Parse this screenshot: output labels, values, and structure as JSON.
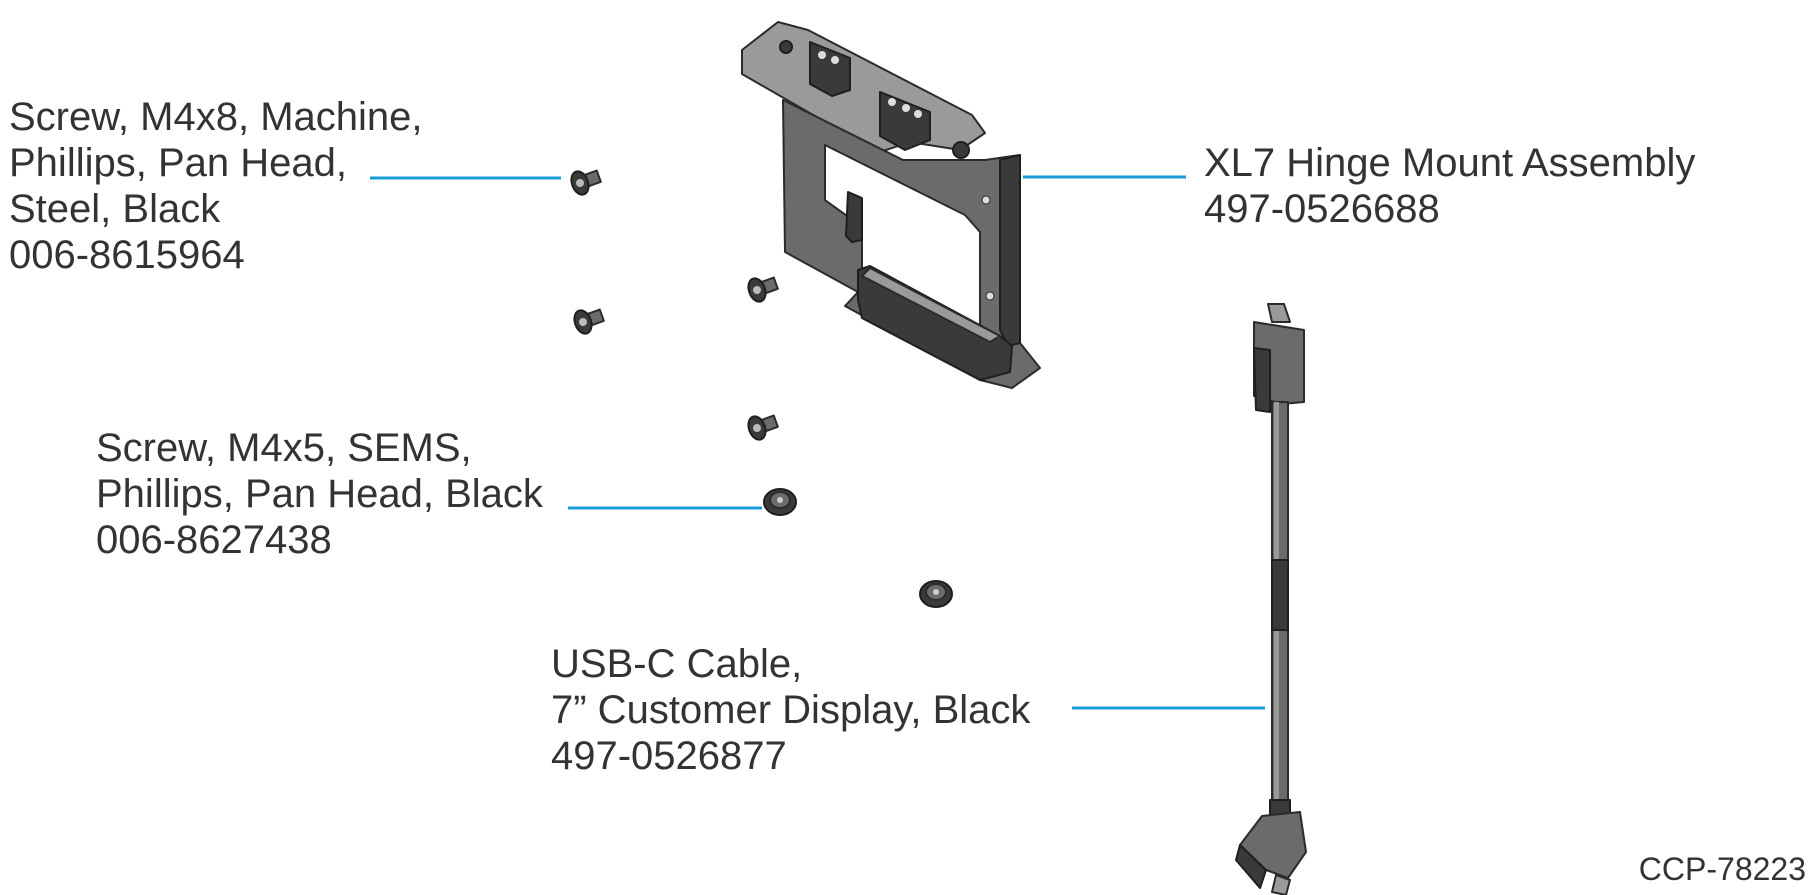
{
  "callouts": [
    {
      "id": "screw-m4x8",
      "lines": [
        "Screw, M4x8, Machine,",
        "Phillips, Pan Head,",
        "Steel, Black",
        "006-8615964"
      ]
    },
    {
      "id": "screw-m4x5",
      "lines": [
        "Screw, M4x5, SEMS,",
        "Phillips, Pan Head, Black",
        "006-8627438"
      ]
    },
    {
      "id": "usbc-cable",
      "lines": [
        "USB-C Cable,",
        "7” Customer Display, Black",
        "497-0526877"
      ]
    },
    {
      "id": "hinge-mount",
      "lines": [
        "XL7 Hinge Mount Assembly",
        "497-0526688"
      ]
    }
  ],
  "figure_id": "CCP-78223",
  "colors": {
    "leader": "#1a9bd7",
    "part_fill": "#6b6b6b",
    "part_dark": "#3a3a3a",
    "part_light": "#9a9a9a",
    "text": "#333333"
  }
}
